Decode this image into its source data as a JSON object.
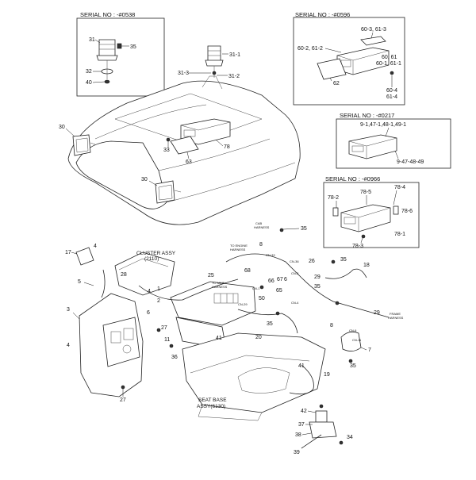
{
  "serial_labels": [
    "SERIAL NO : -#0538",
    "SERIAL NO : -#0596",
    "SERIAL NO : -#0217",
    "SERIAL NO : -#0966"
  ],
  "assembly_labels": {
    "cluster_line1": "CLUSTER ASSY",
    "cluster_line2": "(2110)",
    "seatbase_line1": "SEAT BASE",
    "seatbase_line2": "ASSY(6130)"
  },
  "part_numbers": {
    "p31": "31",
    "p35a": "35",
    "p32": "32",
    "p40": "40",
    "p31_1": "31-1",
    "p31_3": "31-3",
    "p31_2": "31-2",
    "p60_3": "60-3, 61-3",
    "p60_2": "60-2, 61-2",
    "p60_61": "60, 61",
    "p60_1": "60-1, 61-1",
    "p62": "62",
    "p60_4": "60-4",
    "p61_4": "61-4",
    "p30a": "30",
    "p33": "33",
    "p78": "78",
    "p63": "63",
    "p30b": "30",
    "p9_1": "9-1,47-1,48-1,49-1",
    "p9_47": "9-47-48-49",
    "p78_2": "78-2",
    "p78_5": "78-5",
    "p78_4": "78-4",
    "p78_6": "78-6",
    "p78_1": "78-1",
    "p78_3": "78-3",
    "p35b": "35",
    "p8a": "8",
    "p26": "26",
    "p35c": "35",
    "p18": "18",
    "p17": "17",
    "p4a": "4",
    "p28": "28",
    "p5": "5",
    "p25": "25",
    "p68": "68",
    "p66": "66",
    "p67": "67",
    "p6a": "6",
    "p35d": "35",
    "p29a": "29",
    "p1": "1",
    "p2": "2",
    "p4b": "4",
    "p65": "65",
    "p50": "50",
    "p6b": "6",
    "p3": "3",
    "p35e": "35",
    "p29b": "29",
    "p27a": "27",
    "p4c": "4",
    "p11": "11",
    "p41a": "41",
    "p8b": "8",
    "p20": "20",
    "p7": "7",
    "p36": "36",
    "p35f": "35",
    "p41b": "41",
    "p19": "19",
    "p27b": "27",
    "p42": "42",
    "p37": "37",
    "p38": "38",
    "p34": "34",
    "p39": "39"
  },
  "connector_labels": {
    "c1": "CN-33",
    "c2": "CN-36",
    "c3": "CN-3",
    "c4": "CN-4",
    "c5": "CN-6",
    "c6": "CN-11",
    "c7": "CN-29",
    "c8": "CN-1"
  },
  "note_labels": {
    "n1a": "CAB",
    "n1b": "HARNESS",
    "n2a": "TO ENGINE",
    "n2b": "HARNESS",
    "n3a": "TO MAIN",
    "n3b": "HARNESS",
    "n4a": "FRAME",
    "n4b": "HARNESS"
  }
}
